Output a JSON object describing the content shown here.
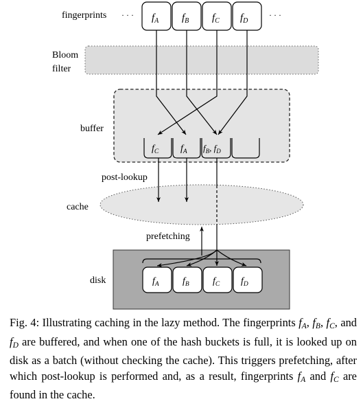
{
  "labels": {
    "fingerprints": "fingerprints",
    "bloom_line1": "Bloom",
    "bloom_line2": "filter",
    "buffer": "buffer",
    "post_lookup": "post-lookup",
    "cache": "cache",
    "prefetching": "prefetching",
    "disk": "disk",
    "ellipsis": "· · ·"
  },
  "fingerprint_keys": [
    "f",
    "f",
    "f",
    "f"
  ],
  "fingerprint_subscripts": [
    "A",
    "B",
    "C",
    "D"
  ],
  "buffer_buckets": [
    {
      "base": "f",
      "sub": "C",
      "rest": ""
    },
    {
      "base": "f",
      "sub": "A",
      "rest": ""
    },
    {
      "base": "f",
      "sub": "B",
      "rest": ", f",
      "sub2": "D"
    },
    {
      "base": "",
      "sub": "",
      "rest": ""
    }
  ],
  "caption": {
    "prefix": "Fig. 4:",
    "t1": "Illustrating caching in the lazy method. The fingerprints",
    "sep1": ",",
    "sep2": ",",
    "sep3": ", and",
    "t2": "are buffered, and when one of the hash buckets is full, it is looked up on disk as a batch (without checking the cache). This triggers prefetching, after which post-lookup is performed and, as a result, fingerprints",
    "t3": "and",
    "t4": "are found in the cache.",
    "var": "f",
    "sub_a": "A",
    "sub_b": "B",
    "sub_c": "C",
    "sub_d": "D"
  },
  "colors": {
    "bloom_fill": "#dcdcdc",
    "buffer_fill": "#e4e4e4",
    "cache_fill": "#e6e6e6",
    "disk_fill": "#aaaaaa",
    "key_fill": "#ffffff"
  }
}
